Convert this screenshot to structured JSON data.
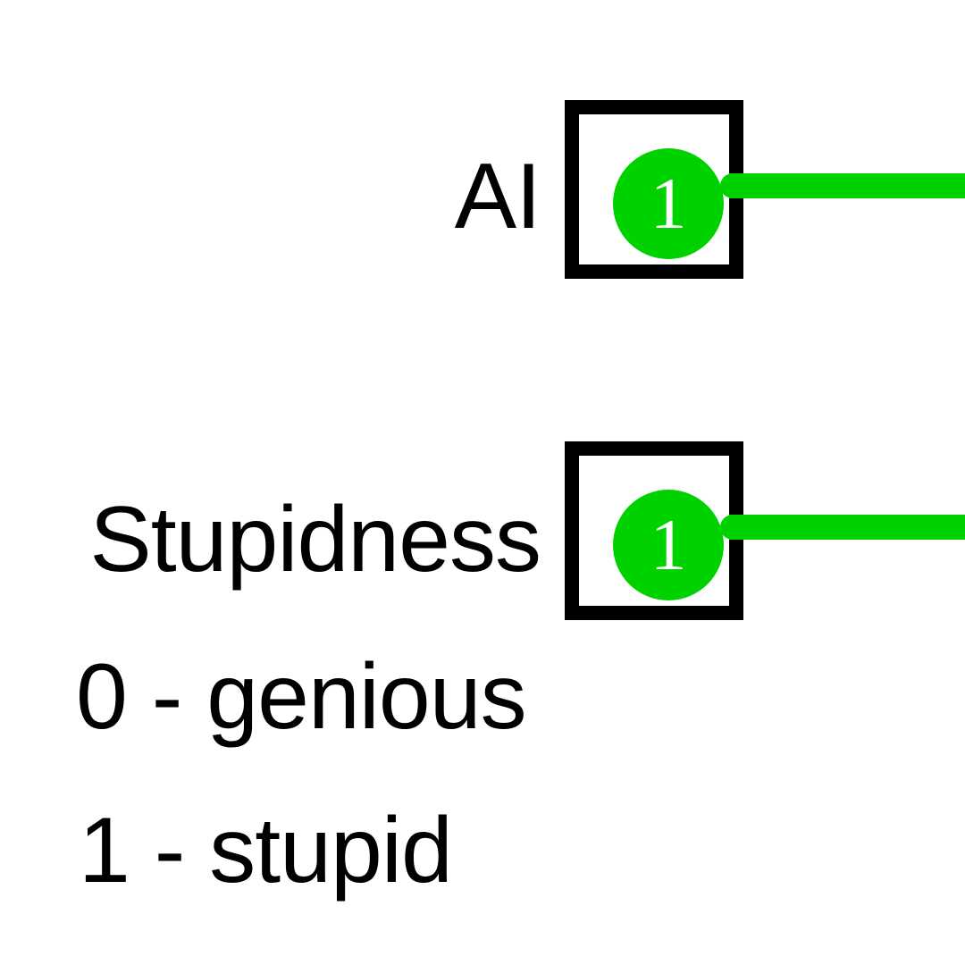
{
  "colors": {
    "signal_on": "#00d200",
    "outline": "#000000",
    "background": "#ffffff"
  },
  "inputs": [
    {
      "label": "AI",
      "value": "1"
    },
    {
      "label": "Stupidness",
      "value": "1"
    }
  ],
  "legend": {
    "line0": "0 - genious",
    "line1": "1 - stupid"
  }
}
